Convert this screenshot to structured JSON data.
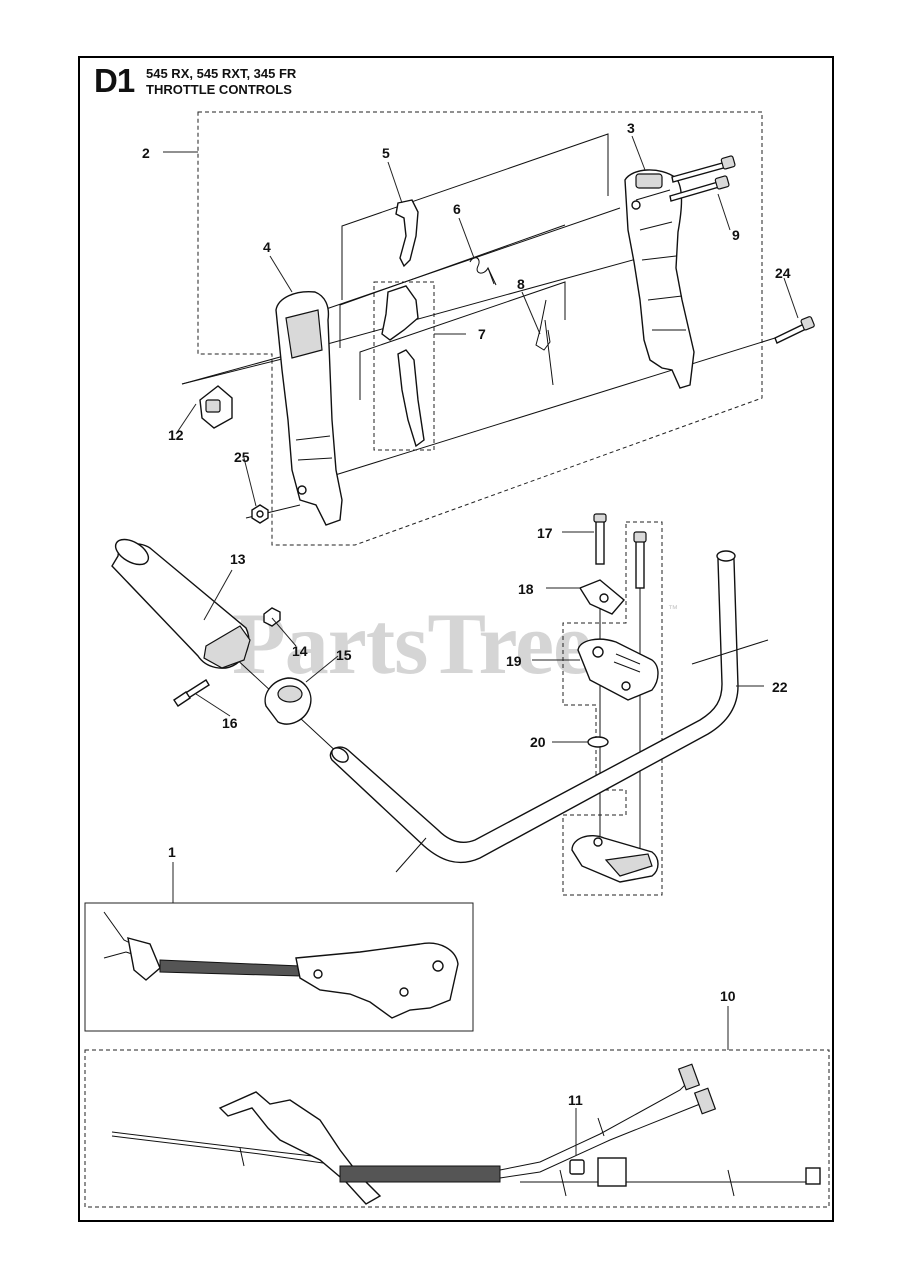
{
  "header": {
    "code": "D1",
    "models": "545 RX, 545 RXT, 345 FR",
    "title": "THROTTLE CONTROLS"
  },
  "watermark": {
    "text": "PartsTree",
    "tm": "™"
  },
  "callouts": [
    "1",
    "2",
    "3",
    "4",
    "5",
    "6",
    "7",
    "8",
    "9",
    "10",
    "11",
    "12",
    "13",
    "14",
    "15",
    "16",
    "17",
    "18",
    "19",
    "20",
    "22",
    "24",
    "25"
  ]
}
